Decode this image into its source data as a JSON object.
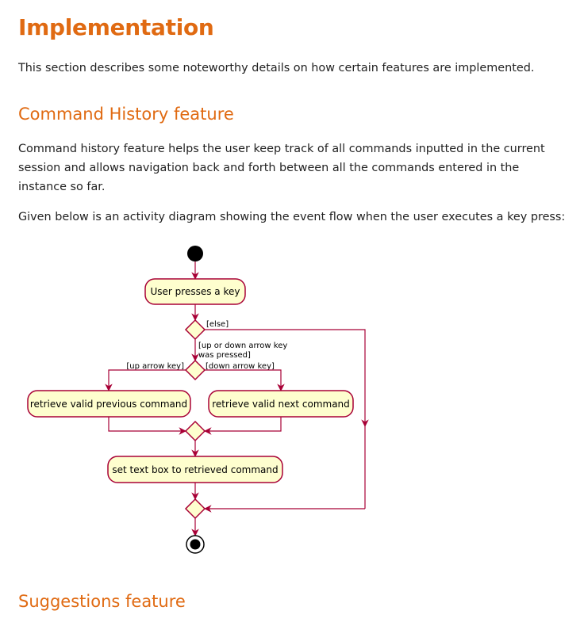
{
  "page": {
    "title": "Implementation",
    "intro": "This section describes some noteworthy details on how certain features are implemented.",
    "section1": {
      "heading": "Command History feature",
      "para1": "Command history feature helps the user keep track of all commands inputted in the current session and allows navigation back and forth between all the commands entered in the instance so far.",
      "para2": "Given below is an activity diagram showing the event flow when the user executes a key press:"
    },
    "section2": {
      "heading": "Suggestions feature"
    }
  },
  "diagram": {
    "colors": {
      "stroke": "#a80036",
      "fill": "#fefece",
      "text": "#000000"
    },
    "activities": {
      "start_action": "User presses a key",
      "prev": "retrieve valid previous command",
      "next": "retrieve valid next command",
      "set": "set text box to retrieved command"
    },
    "guards": {
      "else": "[else]",
      "arrow_line1": "[up or down arrow key",
      "arrow_line2": "was pressed]",
      "up": "[up arrow key]",
      "down": "[down arrow key]"
    }
  }
}
